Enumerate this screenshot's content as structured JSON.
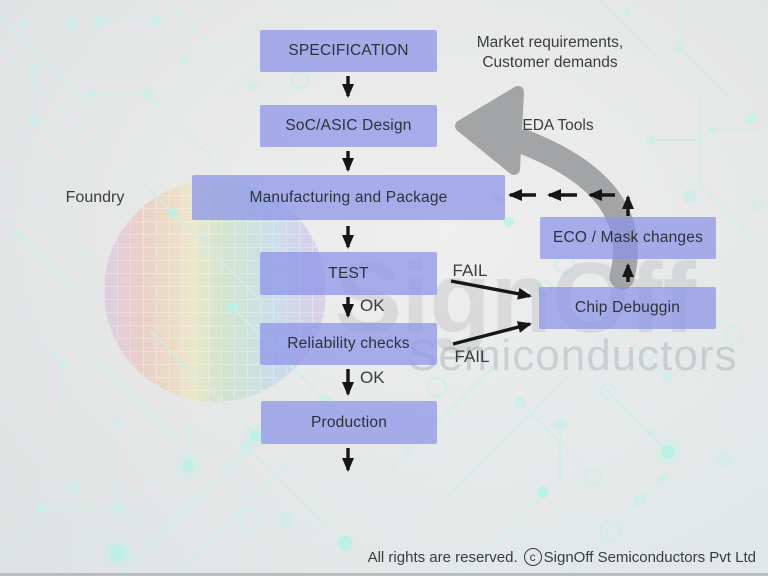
{
  "diagram": {
    "flow_boxes": [
      {
        "id": "specification",
        "label": "SPECIFICATION"
      },
      {
        "id": "soc-asic-design",
        "label": "SoC/ASIC Design"
      },
      {
        "id": "manufacturing-and-package",
        "label": "Manufacturing and Package"
      },
      {
        "id": "test",
        "label": "TEST"
      },
      {
        "id": "reliability-checks",
        "label": "Reliability checks"
      },
      {
        "id": "production",
        "label": "Production"
      },
      {
        "id": "eco-mask-changes",
        "label": "ECO / Mask changes"
      },
      {
        "id": "chip-debugging",
        "label": "Chip Debuggin"
      }
    ],
    "annotations": {
      "market_line1": "Market requirements,",
      "market_line2": "Customer demands",
      "eda_tools": "EDA Tools",
      "foundry": "Foundry",
      "fail_test": "FAIL",
      "ok_test": "OK",
      "fail_reliability": "FAIL",
      "ok_reliability": "OK"
    },
    "watermark": {
      "line1": "SignOff",
      "line2": "Semiconductors"
    },
    "footer": {
      "text": "All rights are reserved.",
      "copyright_symbol": "c",
      "company": "SignOff Semiconductors Pvt Ltd"
    },
    "colors": {
      "box_fill": "#8b93e7",
      "box_text": "#2f3138",
      "arrow_black": "#161616",
      "eda_arrow_gray": "#9d9ea0",
      "background": "#e6e7e7",
      "circuit_trace": "#cfeeea"
    }
  }
}
